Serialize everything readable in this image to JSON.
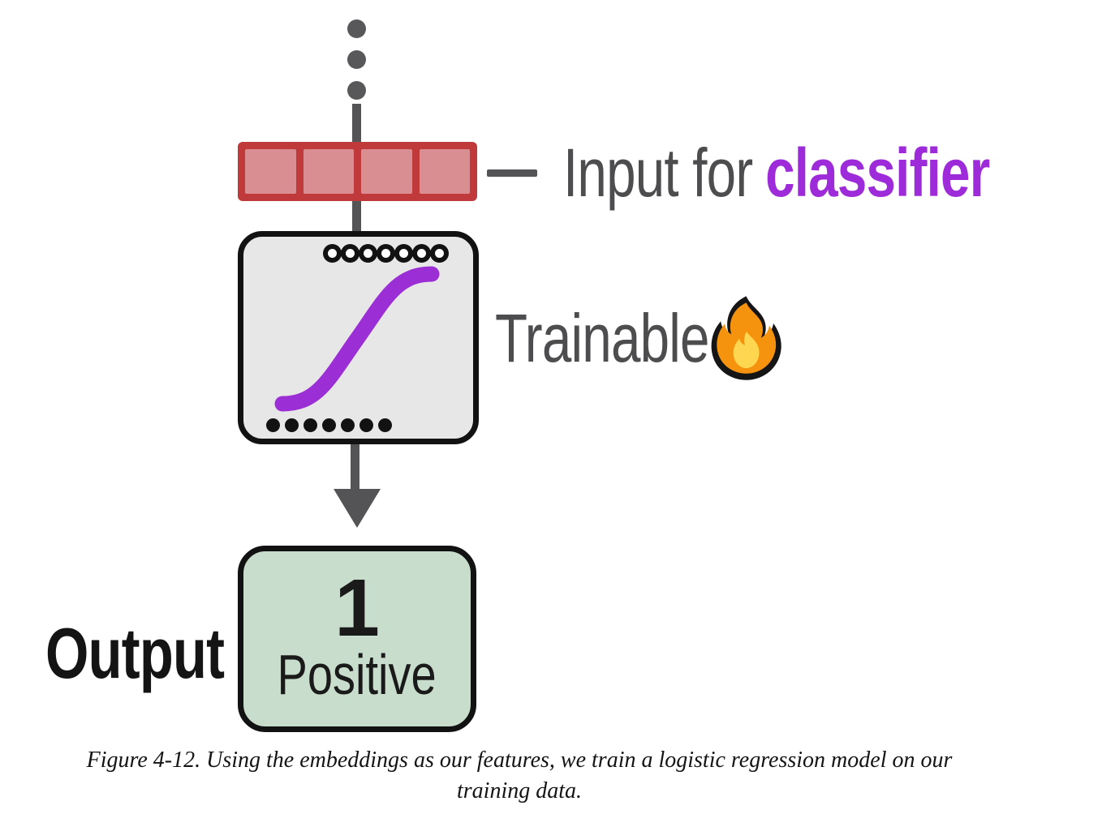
{
  "figure": {
    "ellipsis": {
      "count": 3
    },
    "embedding_vector": {
      "cell_count": 4,
      "border_color": "#c13a3b",
      "fill_color": "#d98f92"
    },
    "input_label": {
      "prefix": "Input for",
      "highlight": "classifier",
      "text_color": "#4d4d4f",
      "highlight_color": "#9d2bd9"
    },
    "classifier_box": {
      "top_node_count": 7,
      "bottom_node_count": 7,
      "curve": "sigmoid",
      "curve_color": "#9b2fd5",
      "fill_color": "#e8e7e7"
    },
    "trainable_label": {
      "text": "Trainable",
      "icon": "fire-icon"
    },
    "arrow_color": "#545456",
    "output_label": "Output",
    "output_box": {
      "value": "1",
      "label": "Positive",
      "fill_color": "#c8ddcb"
    }
  },
  "caption": {
    "line1": "Figure 4-12. Using the embeddings as our features, we train a logistic regression model on our",
    "line2": "training data."
  }
}
